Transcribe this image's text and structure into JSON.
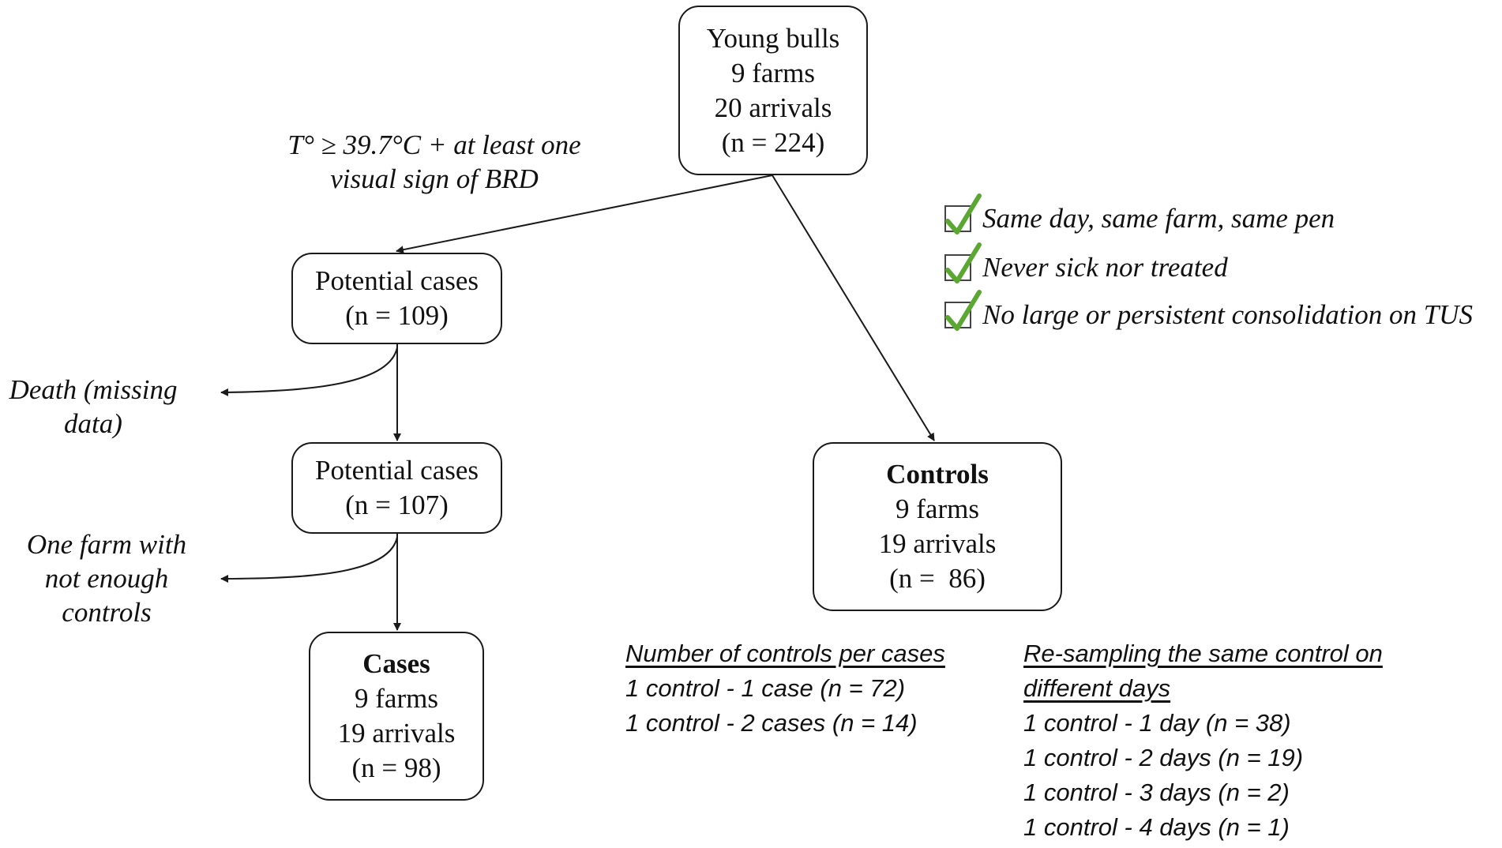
{
  "boxes": {
    "young_bulls": {
      "lines": [
        "Young bulls",
        "9 farms",
        "20 arrivals",
        "(n = 224)"
      ]
    },
    "potential_cases_1": {
      "lines": [
        "Potential cases",
        "(n = 109)"
      ]
    },
    "potential_cases_2": {
      "lines": [
        "Potential cases",
        "(n = 107)"
      ]
    },
    "cases": {
      "title": "Cases",
      "lines": [
        "9 farms",
        "19 arrivals",
        "(n = 98)"
      ]
    },
    "controls": {
      "title": "Controls",
      "lines": [
        "9 farms",
        "19 arrivals",
        "(n =  86)"
      ]
    }
  },
  "annotations": {
    "case_criteria": [
      "T° ≥ 39.7°C + at least one",
      "visual sign of BRD"
    ],
    "exclusion_death": [
      "Death (missing",
      "data)"
    ],
    "exclusion_farm": [
      "One farm with",
      "not enough",
      "controls"
    ]
  },
  "control_criteria": [
    "Same day, same farm, same pen",
    "Never sick nor treated",
    "No large or persistent consolidation on TUS"
  ],
  "controls_per_case": {
    "heading": "Number of controls per cases",
    "items": [
      "1 control - 1 case (n = 72)",
      "1 control - 2 cases (n = 14)"
    ]
  },
  "resampling": {
    "heading_lines": [
      "Re-sampling the same control on",
      "different days"
    ],
    "items": [
      "1 control - 1 day (n = 38)",
      "1 control - 2 days (n = 19)",
      "1 control - 3 days (n = 2)",
      "1 control - 4 days (n = 1)"
    ]
  },
  "colors": {
    "check": "#5aa832",
    "line": "#1a1a1a"
  }
}
